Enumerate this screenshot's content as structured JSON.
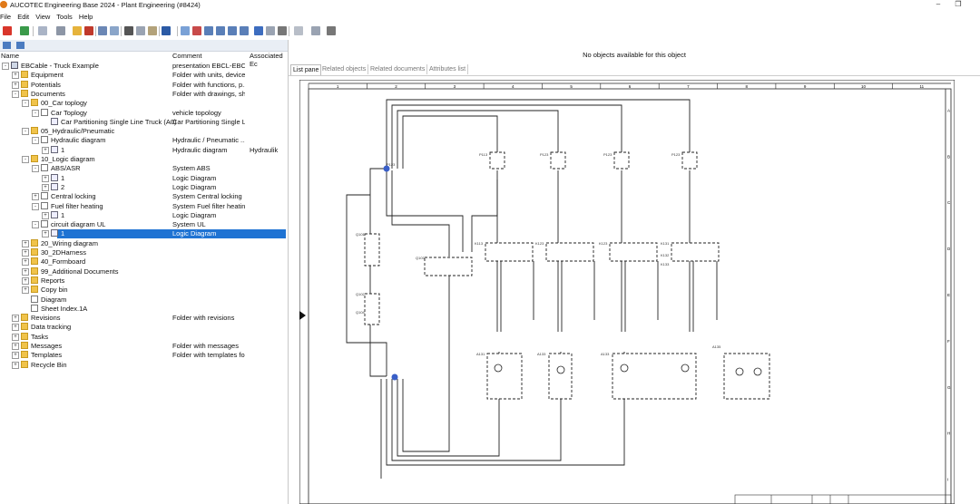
{
  "window": {
    "app": "AUCOTEC",
    "title": "Engineering Base 2024 - Plant Engineering (#8424)",
    "controls": [
      "–",
      "❐"
    ]
  },
  "menu": [
    "File",
    "Edit",
    "View",
    "Tools",
    "Help"
  ],
  "tree": {
    "columns": [
      "Name",
      "Comment",
      "Associated Ec"
    ],
    "rows": [
      {
        "label": "EBCable - Truck Example",
        "comment": "presentation EBCL-EBC...",
        "aeq": "",
        "depth": 0,
        "exp": "-",
        "icon": "proj"
      },
      {
        "label": "Equipment",
        "comment": "Folder with units, device...",
        "aeq": "",
        "depth": 1,
        "exp": "+",
        "icon": "folder"
      },
      {
        "label": "Potentials",
        "comment": "Folder with functions, p...",
        "aeq": "",
        "depth": 1,
        "exp": "+",
        "icon": "folder"
      },
      {
        "label": "Documents",
        "comment": "Folder with drawings, sh...",
        "aeq": "",
        "depth": 1,
        "exp": "-",
        "icon": "folder"
      },
      {
        "label": "00_Car toplogy",
        "comment": "",
        "aeq": "",
        "depth": 2,
        "exp": "-",
        "icon": "folder"
      },
      {
        "label": "Car Toplogy",
        "comment": "vehicle topology",
        "aeq": "",
        "depth": 3,
        "exp": "-",
        "icon": "doc"
      },
      {
        "label": "Car Partitioning Single Line Truck (A0)",
        "comment": "Car Partitioning Single L...",
        "aeq": "",
        "depth": 4,
        "exp": "",
        "icon": "sheet"
      },
      {
        "label": "05_Hydraulic/Pneumatic",
        "comment": "",
        "aeq": "",
        "depth": 2,
        "exp": "-",
        "icon": "folder"
      },
      {
        "label": "Hydraulic diagram",
        "comment": "Hydraulic / Pneumatic ...",
        "aeq": "",
        "depth": 3,
        "exp": "-",
        "icon": "doc"
      },
      {
        "label": "1",
        "comment": "Hydraulic diagram",
        "aeq": "Hydraulik",
        "depth": 4,
        "exp": "+",
        "icon": "sheet"
      },
      {
        "label": "10_Logic diagram",
        "comment": "",
        "aeq": "",
        "depth": 2,
        "exp": "-",
        "icon": "folder"
      },
      {
        "label": "ABS/ASR",
        "comment": "System ABS",
        "aeq": "",
        "depth": 3,
        "exp": "-",
        "icon": "doc"
      },
      {
        "label": "1",
        "comment": "Logic Diagram",
        "aeq": "",
        "depth": 4,
        "exp": "+",
        "icon": "sheet"
      },
      {
        "label": "2",
        "comment": "Logic Diagram",
        "aeq": "",
        "depth": 4,
        "exp": "+",
        "icon": "sheet"
      },
      {
        "label": "Central locking",
        "comment": "System Central locking",
        "aeq": "",
        "depth": 3,
        "exp": "+",
        "icon": "doc"
      },
      {
        "label": "Fuel filter heating",
        "comment": "System Fuel filter heating",
        "aeq": "",
        "depth": 3,
        "exp": "-",
        "icon": "doc"
      },
      {
        "label": "1",
        "comment": "Logic Diagram",
        "aeq": "",
        "depth": 4,
        "exp": "+",
        "icon": "sheet"
      },
      {
        "label": "circuit diagram UL",
        "comment": "System UL",
        "aeq": "",
        "depth": 3,
        "exp": "-",
        "icon": "doc"
      },
      {
        "label": "1",
        "comment": "Logic Diagram",
        "aeq": "",
        "depth": 4,
        "exp": "+",
        "icon": "sheet",
        "selected": true
      },
      {
        "label": "20_Wiring diagram",
        "comment": "",
        "aeq": "",
        "depth": 2,
        "exp": "+",
        "icon": "folder"
      },
      {
        "label": "30_2DHarness",
        "comment": "",
        "aeq": "",
        "depth": 2,
        "exp": "+",
        "icon": "folder"
      },
      {
        "label": "40_Formboard",
        "comment": "",
        "aeq": "",
        "depth": 2,
        "exp": "+",
        "icon": "folder"
      },
      {
        "label": "99_Additional Documents",
        "comment": "",
        "aeq": "",
        "depth": 2,
        "exp": "+",
        "icon": "folder"
      },
      {
        "label": "Reports",
        "comment": "",
        "aeq": "",
        "depth": 2,
        "exp": "+",
        "icon": "folder"
      },
      {
        "label": "Copy bin",
        "comment": "",
        "aeq": "",
        "depth": 2,
        "exp": "+",
        "icon": "folder"
      },
      {
        "label": "Diagram",
        "comment": "",
        "aeq": "",
        "depth": 2,
        "exp": "",
        "icon": "doc"
      },
      {
        "label": "Sheet Index.1A",
        "comment": "",
        "aeq": "",
        "depth": 2,
        "exp": "",
        "icon": "doc"
      },
      {
        "label": "Revisions",
        "comment": "Folder with revisions",
        "aeq": "",
        "depth": 1,
        "exp": "+",
        "icon": "folder"
      },
      {
        "label": "Data tracking",
        "comment": "",
        "aeq": "",
        "depth": 1,
        "exp": "+",
        "icon": "folder"
      },
      {
        "label": "Tasks",
        "comment": "",
        "aeq": "",
        "depth": 1,
        "exp": "+",
        "icon": "folder"
      },
      {
        "label": "Messages",
        "comment": "Folder with messages",
        "aeq": "",
        "depth": 1,
        "exp": "+",
        "icon": "folder"
      },
      {
        "label": "Templates",
        "comment": "Folder with templates fo...",
        "aeq": "",
        "depth": 1,
        "exp": "+",
        "icon": "folder"
      },
      {
        "label": "Recycle Bin",
        "comment": "",
        "aeq": "",
        "depth": 1,
        "exp": "+",
        "icon": "folder"
      }
    ]
  },
  "right": {
    "status": "No objects available for this object",
    "tabs": [
      "List pane",
      "Related objects",
      "Related documents",
      "Attributes list"
    ],
    "active_tab": 0
  },
  "drawing": {
    "columns": [
      "1",
      "2",
      "3",
      "4",
      "5",
      "6",
      "7",
      "8",
      "9",
      "10",
      "11"
    ],
    "rows": [
      "A",
      "B",
      "C",
      "D",
      "E",
      "F",
      "G",
      "H",
      "I"
    ],
    "devices": [
      "P123",
      "Q101",
      "Q102",
      "Q103",
      "Q104",
      "K113",
      "K123",
      "K123",
      "K131",
      "K132",
      "K133",
      "P113",
      "P123",
      "P123",
      "P123",
      "A131",
      "A133",
      "A133",
      "A135"
    ]
  }
}
